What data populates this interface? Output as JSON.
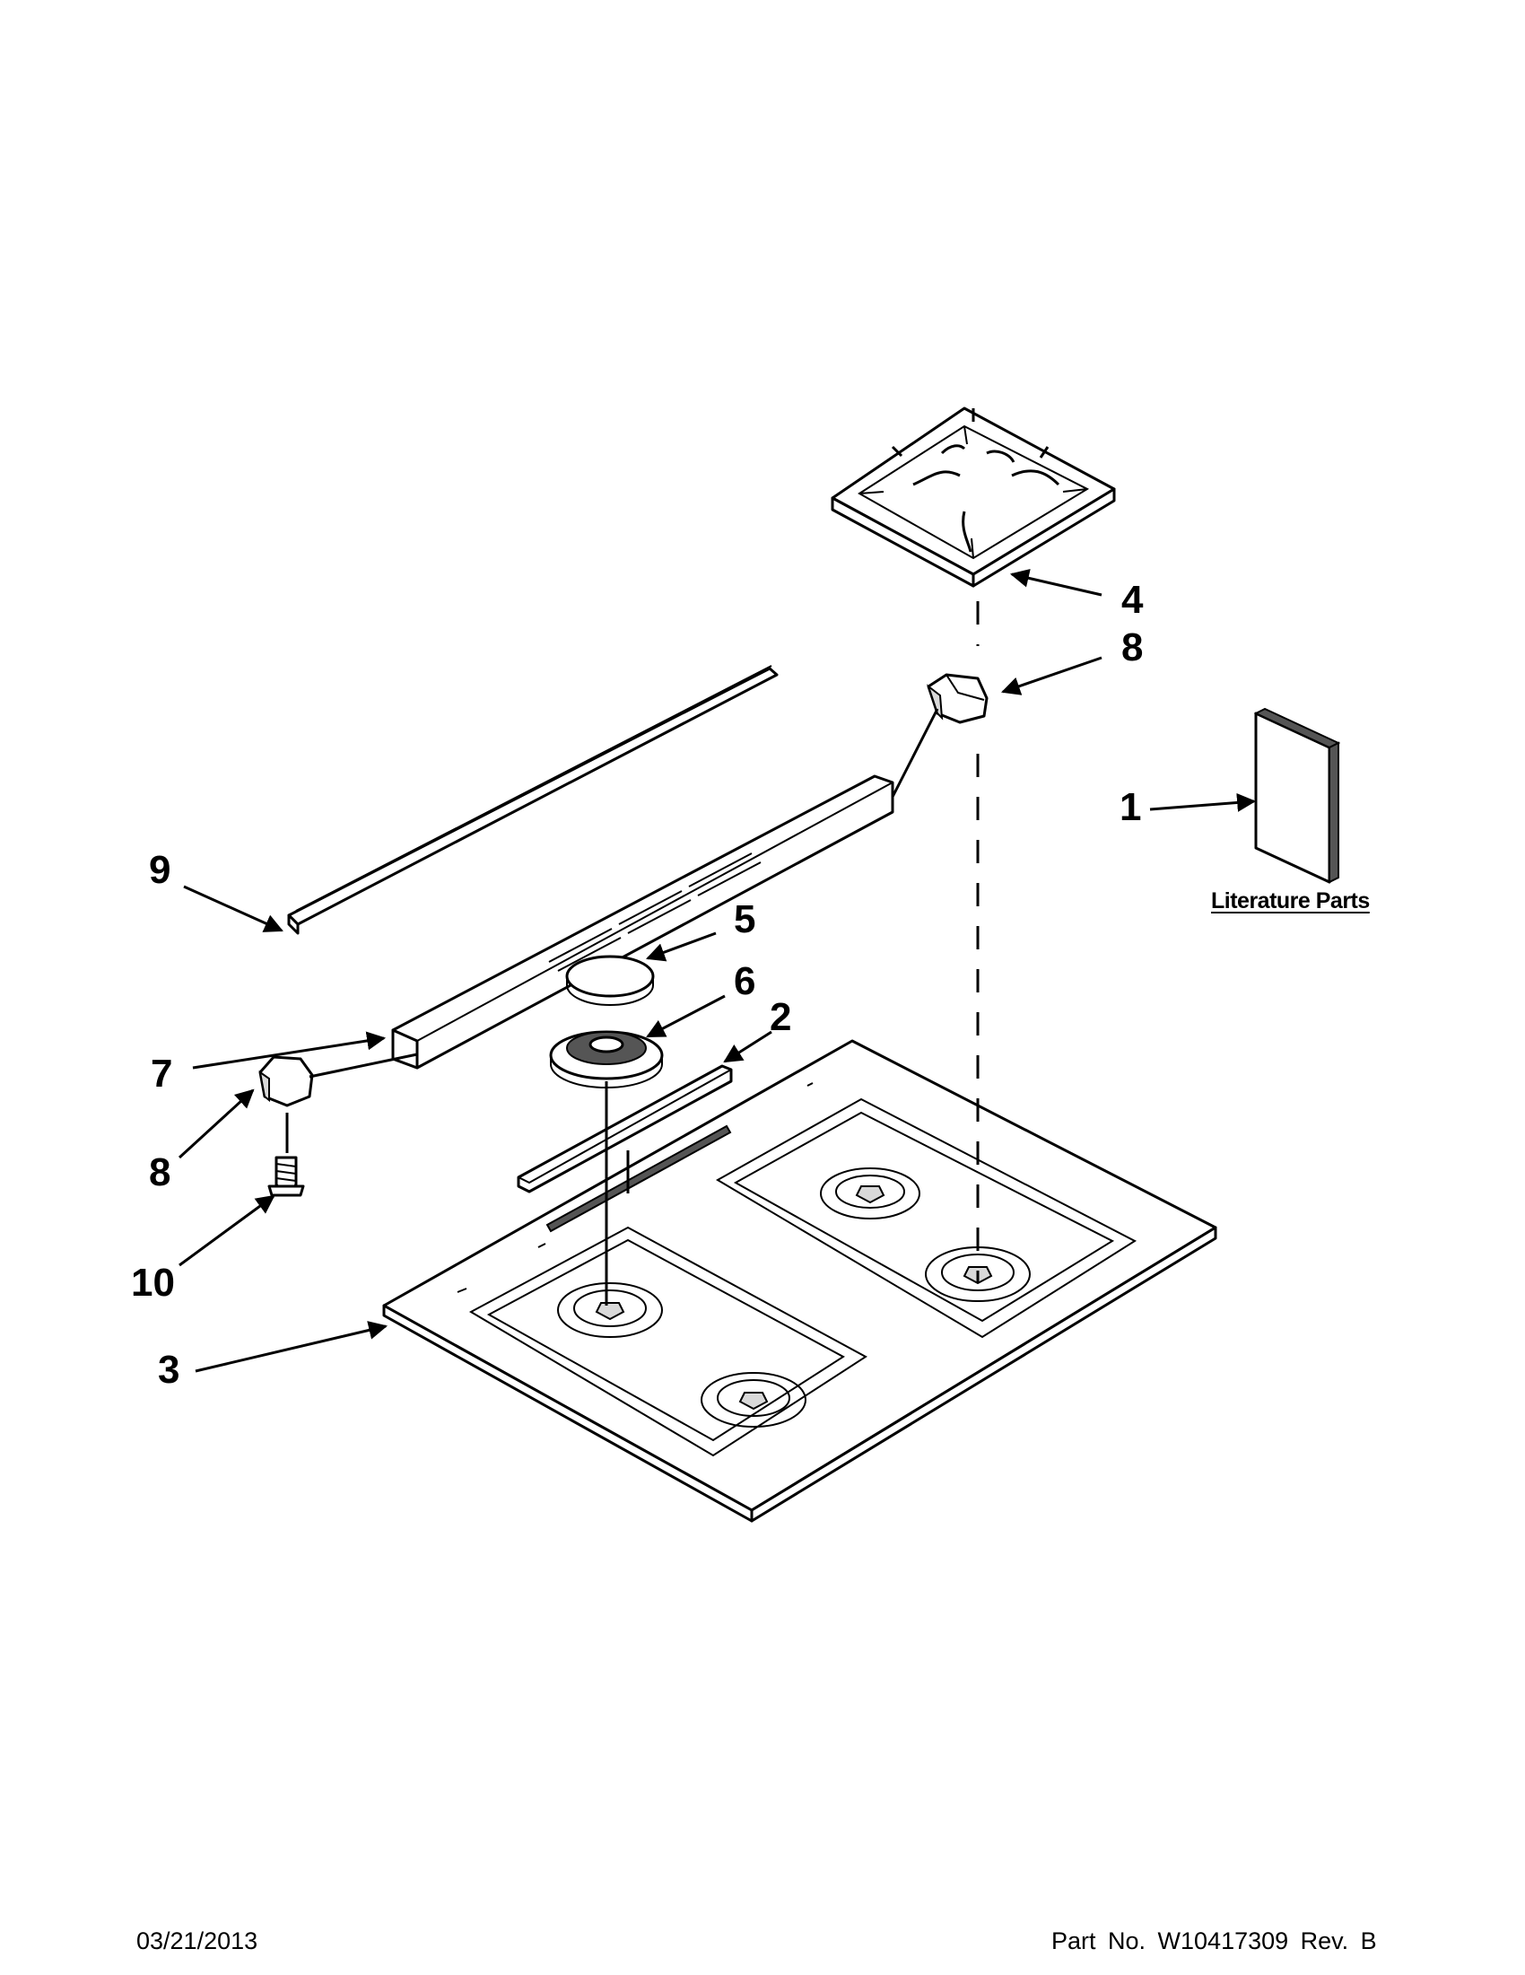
{
  "callouts": {
    "c1": "1",
    "c2": "2",
    "c3": "3",
    "c4": "4",
    "c5": "5",
    "c6": "6",
    "c7": "7",
    "c8_top": "8",
    "c8_left": "8",
    "c9": "9",
    "c10": "10"
  },
  "literature_label": "Literature Parts",
  "footer": {
    "date": "03/21/2013",
    "part_number": "Part No.  W10417309  Rev.  B"
  }
}
